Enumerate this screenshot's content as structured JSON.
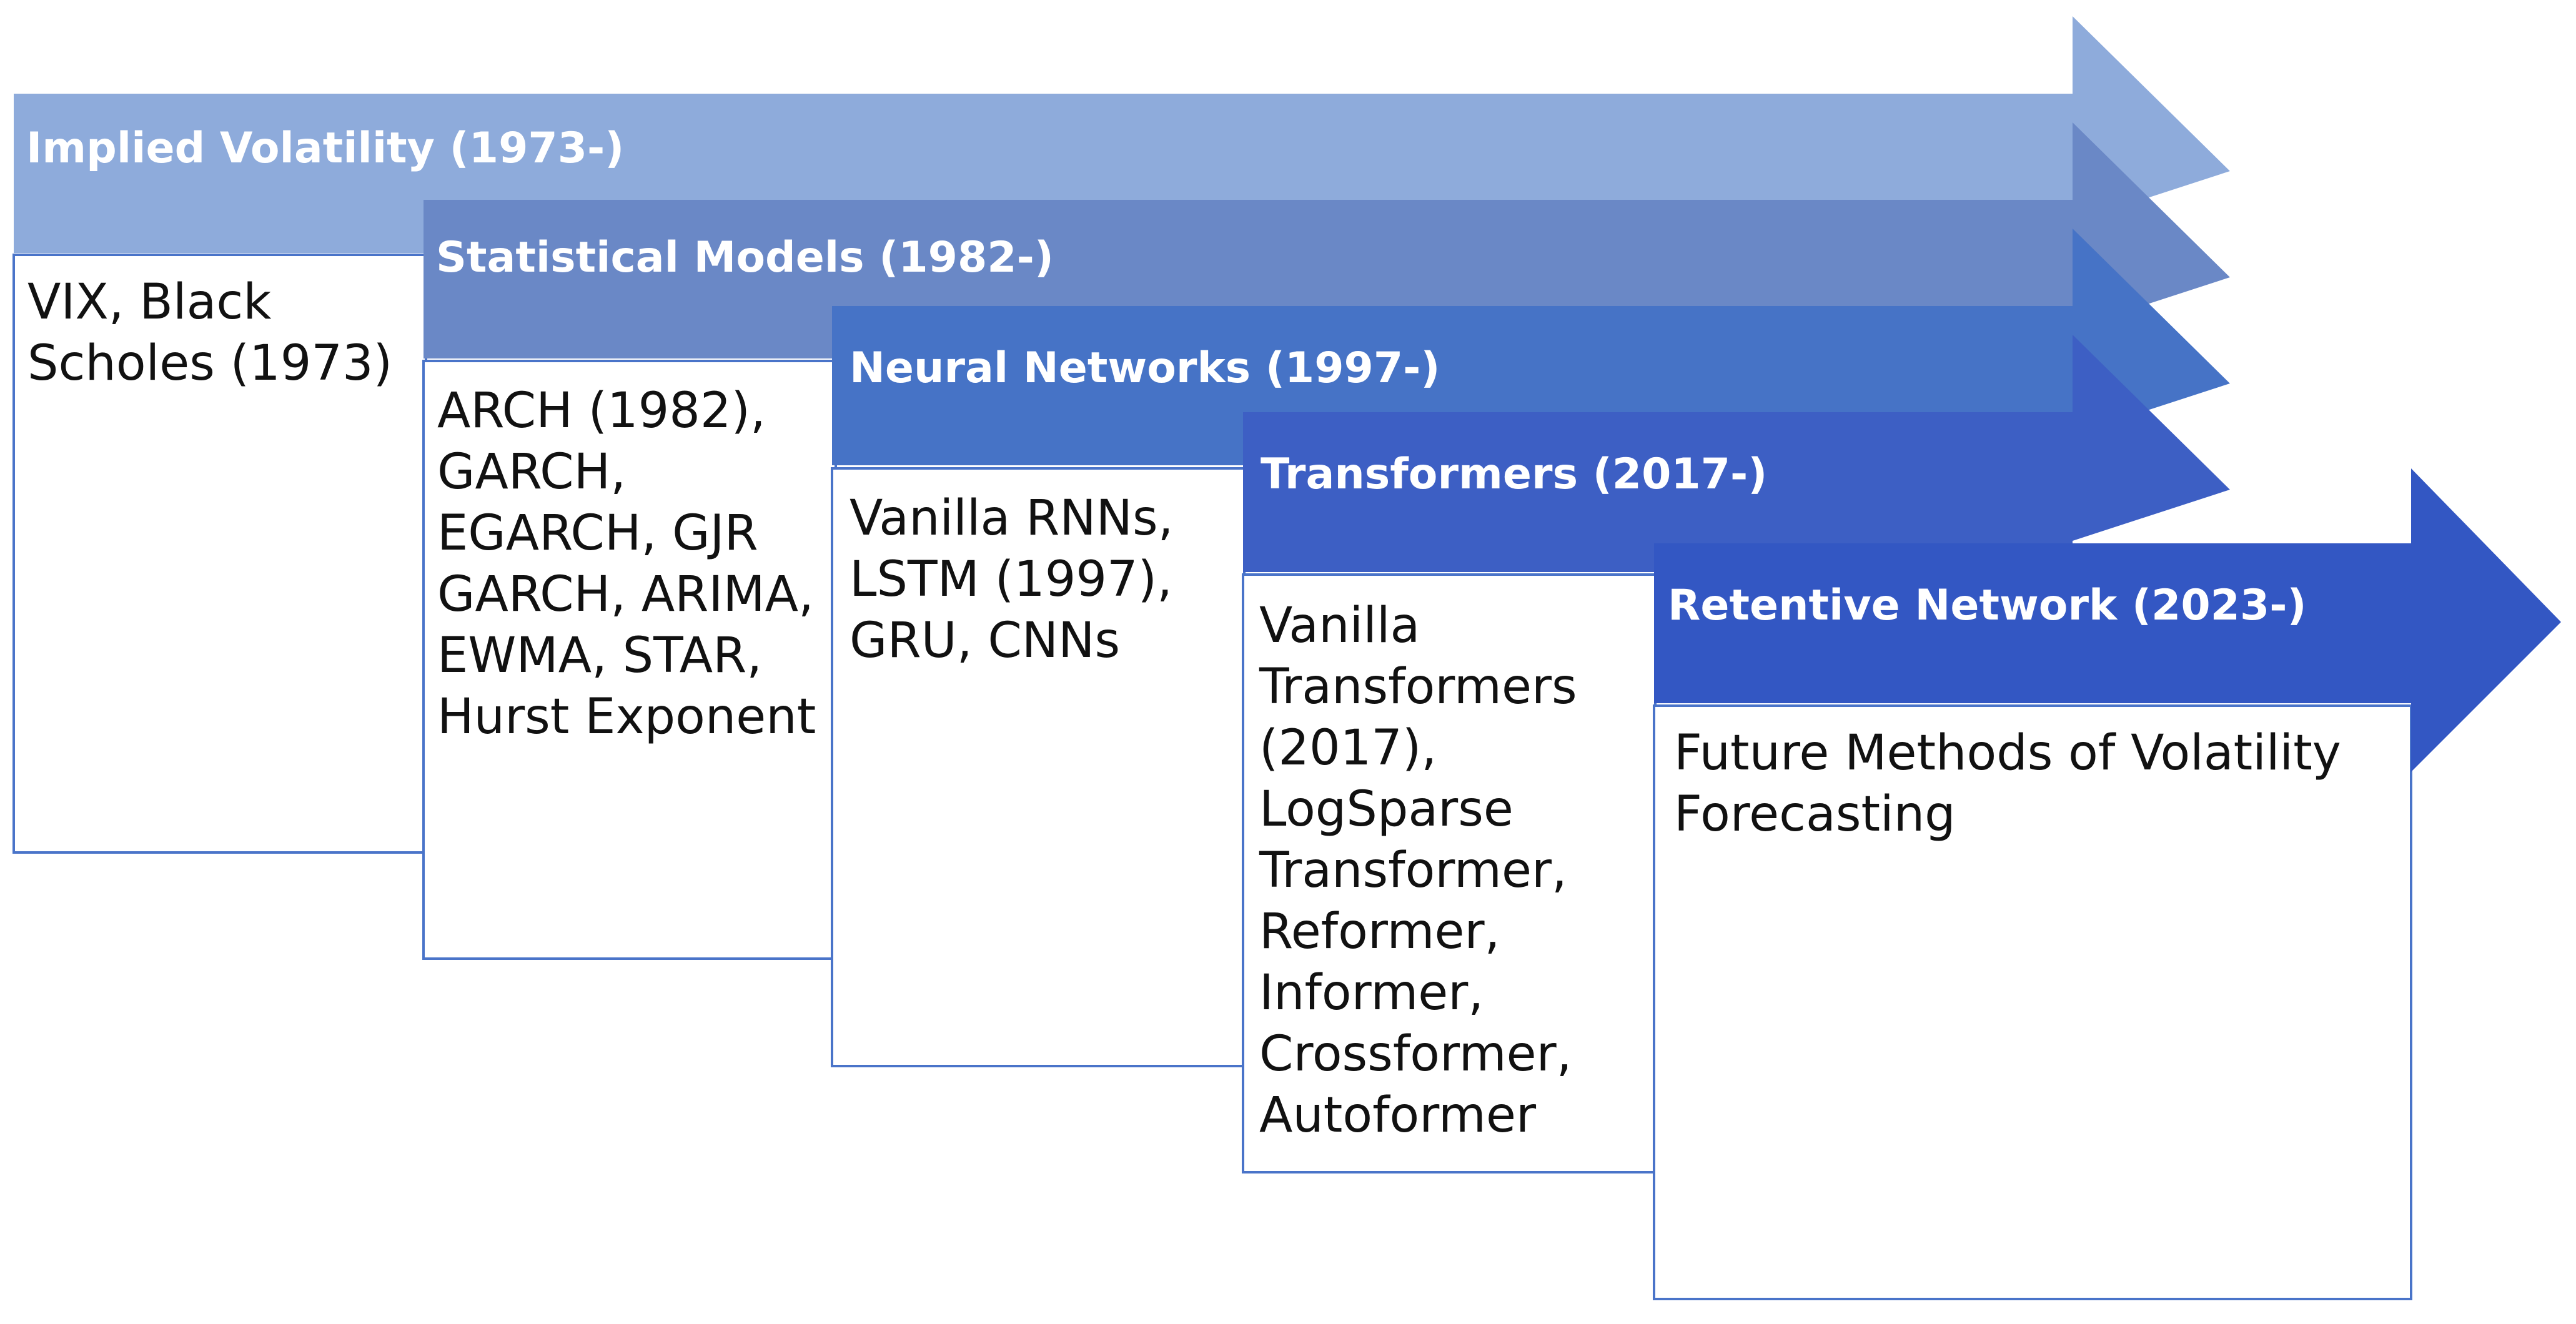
{
  "stages": [
    {
      "title": "Implied Volatility (1973-)",
      "color": "#8eabdb",
      "items": [
        "VIX,  Black",
        "Scholes (1973)"
      ]
    },
    {
      "title": "Statistical Models (1982-)",
      "color": "#6a88c6",
      "items": [
        "ARCH (1982),",
        "GARCH,",
        "EGARCH, GJR",
        "GARCH, ARIMA,",
        "EWMA, STAR,",
        "Hurst Exponent"
      ]
    },
    {
      "title": "Neural Networks (1997-)",
      "color": "#4673c6",
      "items": [
        "Vanilla RNNs,",
        "LSTM (1997),",
        "GRU, CNNs"
      ]
    },
    {
      "title": "Transformers (2017-)",
      "color": "#3d5fc4",
      "items": [
        "Vanilla",
        "Transformers",
        "(2017),",
        "LogSparse",
        "Transformer,",
        "Reformer,",
        "Informer,",
        "Crossformer,",
        "Autoformer"
      ]
    },
    {
      "title": "Retentive Network (2023-)",
      "color": "#3357c3",
      "items": [
        "Future Methods of Volatility",
        "Forecasting"
      ]
    }
  ]
}
